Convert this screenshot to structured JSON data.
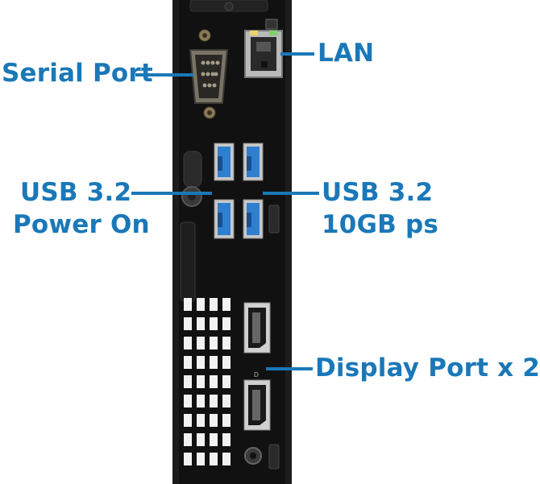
{
  "callouts": {
    "serial_port": "Serial Port",
    "lan": "LAN",
    "usb_left_line1": "USB 3.2",
    "usb_left_line2": "Power On",
    "usb_right_line1": "USB 3.2",
    "usb_right_line2": "10GB ps",
    "display_port": "Display Port x 2"
  },
  "colors": {
    "callout": "#1a78b8",
    "chassis": "#121212",
    "usb_port": "#2f7fd0"
  },
  "icons": [
    "serial-port-icon",
    "lan-port-icon",
    "usb-port-icon",
    "displayport-icon",
    "vent-grille-icon",
    "power-jack-icon"
  ]
}
